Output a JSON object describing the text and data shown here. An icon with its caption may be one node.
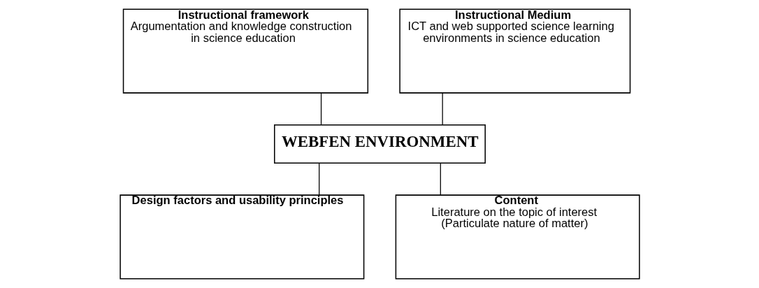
{
  "diagram": {
    "nodes": [
      {
        "text": [
          "Instructional framework",
          "Argumentation and knowledge construction in science education"
        ]
      },
      {
        "text": [
          "Instructional Medium",
          "ICT and web supported science learning environments in science education"
        ]
      },
      {
        "text": [
          "WEBFEN ENVIRONMENT"
        ]
      },
      {
        "text": [
          "Design factors and usability principles"
        ]
      },
      {
        "text": [
          "Content",
          "Literature on the topic of interest (Particulate nature of matter)"
        ]
      }
    ],
    "edges": [
      {
        "from": 0,
        "to": 2,
        "arrow": "none"
      },
      {
        "from": 1,
        "to": 2,
        "arrow": "none"
      },
      {
        "from": 2,
        "to": 3,
        "arrow": "none"
      },
      {
        "from": 2,
        "to": 4,
        "arrow": "none"
      }
    ]
  }
}
